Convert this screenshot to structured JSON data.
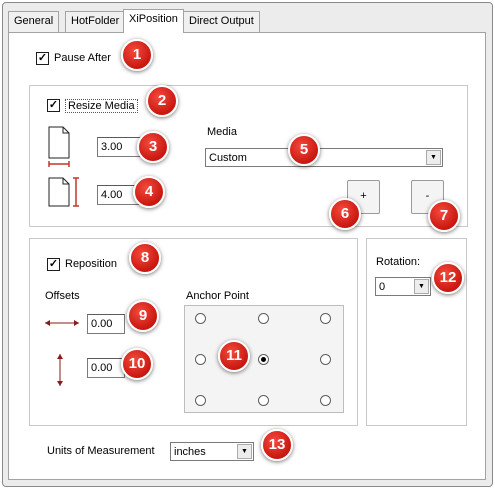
{
  "tabs": [
    {
      "label": "General"
    },
    {
      "label": "HotFolder"
    },
    {
      "label": "XiPosition"
    },
    {
      "label": "Direct Output"
    }
  ],
  "pause_after": {
    "label": "Pause After",
    "checked": true
  },
  "resize_media": {
    "label": "Resize Media",
    "checked": true,
    "width_value": "3.00",
    "height_value": "4.00",
    "media_label": "Media",
    "media_selected": "Custom",
    "add_button_label": "+",
    "remove_button_label": "-"
  },
  "reposition": {
    "label": "Reposition",
    "checked": true,
    "offsets_label": "Offsets",
    "x_offset_value": "0.00",
    "y_offset_value": "0.00",
    "anchor_label": "Anchor Point",
    "anchor_selected": "center"
  },
  "rotation": {
    "label": "Rotation:",
    "selected": "0"
  },
  "units": {
    "label": "Units of Measurement",
    "selected": "inches"
  },
  "badges": [
    "1",
    "2",
    "3",
    "4",
    "5",
    "6",
    "7",
    "8",
    "9",
    "10",
    "11",
    "12",
    "13"
  ],
  "colors": {
    "badge": "#d61f15",
    "icon_red": "#c0392b"
  },
  "icons": {
    "checkbox": "check-mark",
    "dropdown": "chevron-down-icon",
    "page_width": "page-width-icon",
    "page_height": "page-height-icon",
    "h_offset": "horizontal-arrow-icon",
    "v_offset": "vertical-arrow-icon"
  }
}
